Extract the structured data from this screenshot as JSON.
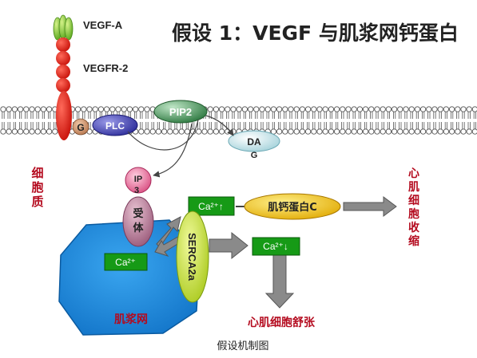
{
  "title": "假设 1：VEGF 与肌浆网钙蛋白",
  "caption": "假设机制图",
  "labels": {
    "vegf_a": "VEGF-A",
    "vegfr2": "VEGFR-2",
    "g_protein": "G",
    "plc": "PLC",
    "pip2": "PIP2",
    "dag_line1": "DA",
    "dag_line2": "G",
    "ip3_line1": "IP",
    "ip3_line2": "3",
    "receptor": "受体",
    "ca_sr": "Ca²⁺",
    "ca_up": "Ca²⁺↑",
    "ca_down": "Ca²⁺↓",
    "calcium_protein_c": "肌钙蛋白C",
    "serca": "SERCA2a",
    "sarcoplasmic_reticulum": "肌浆网",
    "cytoplasm": "细胞质",
    "contraction": "心肌细胞收缩",
    "relaxation": "心肌细胞舒张"
  },
  "colors": {
    "membrane_dark": "#555555",
    "receptor_red": "#e0221a",
    "ligand_green": "#6abf2a",
    "plc_blue": "#3a3aa8",
    "pip2_green": "#3d8a4f",
    "dag_blue": "#cfe8ec",
    "ip3_pink": "#e6709a",
    "receptor_mauve": "#b0708f",
    "sr_blue": "#1e8ee0",
    "ca_green": "#169a16",
    "serca_yellow": "#c8e02a",
    "protein_c_gold": "#f2c200",
    "arrow_gray": "#8a8a8a",
    "label_red": "#b40a1e",
    "title_dark": "#222222"
  }
}
